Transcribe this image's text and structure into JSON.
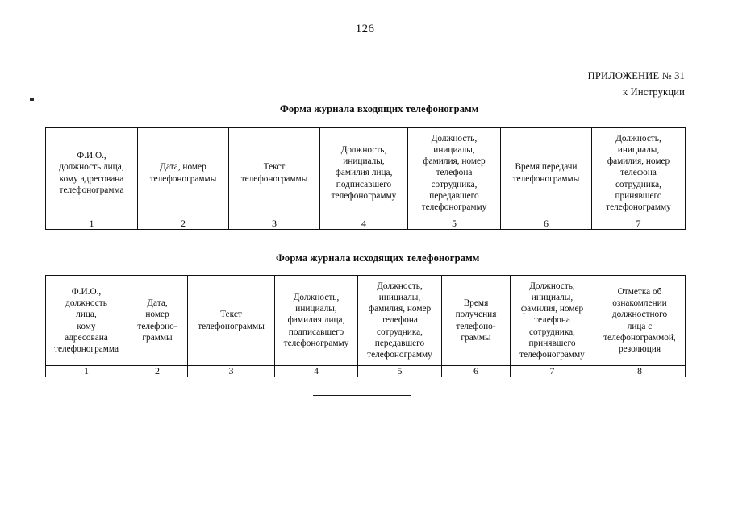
{
  "page": {
    "number": "126"
  },
  "appendix": {
    "line1": "ПРИЛОЖЕНИЕ № 31",
    "line2": "к Инструкции"
  },
  "incoming": {
    "title": "Форма журнала входящих телефонограмм",
    "headers": [
      "Ф.И.О.,\nдолжность лица,\nкому адресована\nтелефонограмма",
      "Дата, номер\nтелефонограммы",
      "Текст\nтелефонограммы",
      "Должность,\nинициалы,\nфамилия лица,\nподписавшего\nтелефонограмму",
      "Должность,\nинициалы,\nфамилия, номер\nтелефона\nсотрудника,\nпередавшего\nтелефонограмму",
      "Время передачи\nтелефонограммы",
      "Должность,\nинициалы,\nфамилия, номер\nтелефона\nсотрудника,\nпринявшего\nтелефонограмму"
    ],
    "numbers": [
      "1",
      "2",
      "3",
      "4",
      "5",
      "6",
      "7"
    ]
  },
  "outgoing": {
    "title": "Форма журнала исходящих телефонограмм",
    "headers": [
      "Ф.И.О.,\nдолжность\nлица,\nкому\nадресована\nтелефонограмма",
      "Дата,\nномер\nтелефоно-\nграммы",
      "Текст\nтелефонограммы",
      "Должность,\nинициалы,\nфамилия лица,\nподписавшего\nтелефонограмму",
      "Должность,\nинициалы,\nфамилия, номер\nтелефона\nсотрудника,\nпередавшего\nтелефонограмму",
      "Время\nполучения\nтелефоно-\nграммы",
      "Должность,\nинициалы,\nфамилия, номер\nтелефона\nсотрудника,\nпринявшего\nтелефонограмму",
      "Отметка об\nознакомлении\nдолжностного\nлица с\nтелефонограммой,\nрезолюция"
    ],
    "numbers": [
      "1",
      "2",
      "3",
      "4",
      "5",
      "6",
      "7",
      "8"
    ]
  }
}
